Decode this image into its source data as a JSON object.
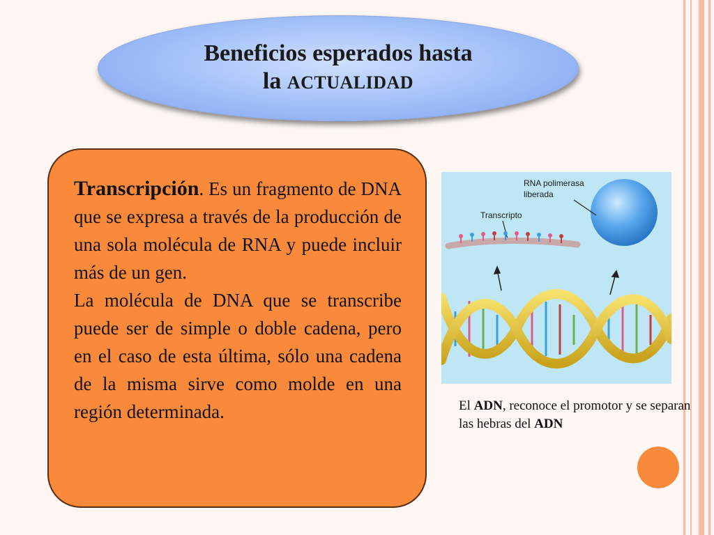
{
  "title": {
    "line1": "Beneficios esperados hasta",
    "line2_prefix": "la",
    "line2_caps": "ACTUALIDAD"
  },
  "textbox": {
    "term": "Transcripción",
    "term_suffix": ".",
    "para1_body": " Es un fragmento de DNA que se expresa a través de la producción de una sola molécula de RNA y puede incluir más de un gen.",
    "para2": "La molécula de DNA que se transcribe puede ser de simple o doble cadena, pero en el caso de esta última, sólo una cadena de la misma sirve como molde en una región determinada."
  },
  "figure": {
    "label_polymerase_line1": "RNA polimerasa",
    "label_polymerase_line2": "liberada",
    "label_transcript": "Transcripto"
  },
  "caption": {
    "part1": "El ",
    "bold1": "ADN",
    "part2": ", reconoce el promotor y se separan las hebras del ",
    "bold2": "ADN"
  },
  "colors": {
    "accent_orange": "#f98a3c",
    "title_blue": "#9fbef7",
    "stripe": "#f5b9a4"
  }
}
